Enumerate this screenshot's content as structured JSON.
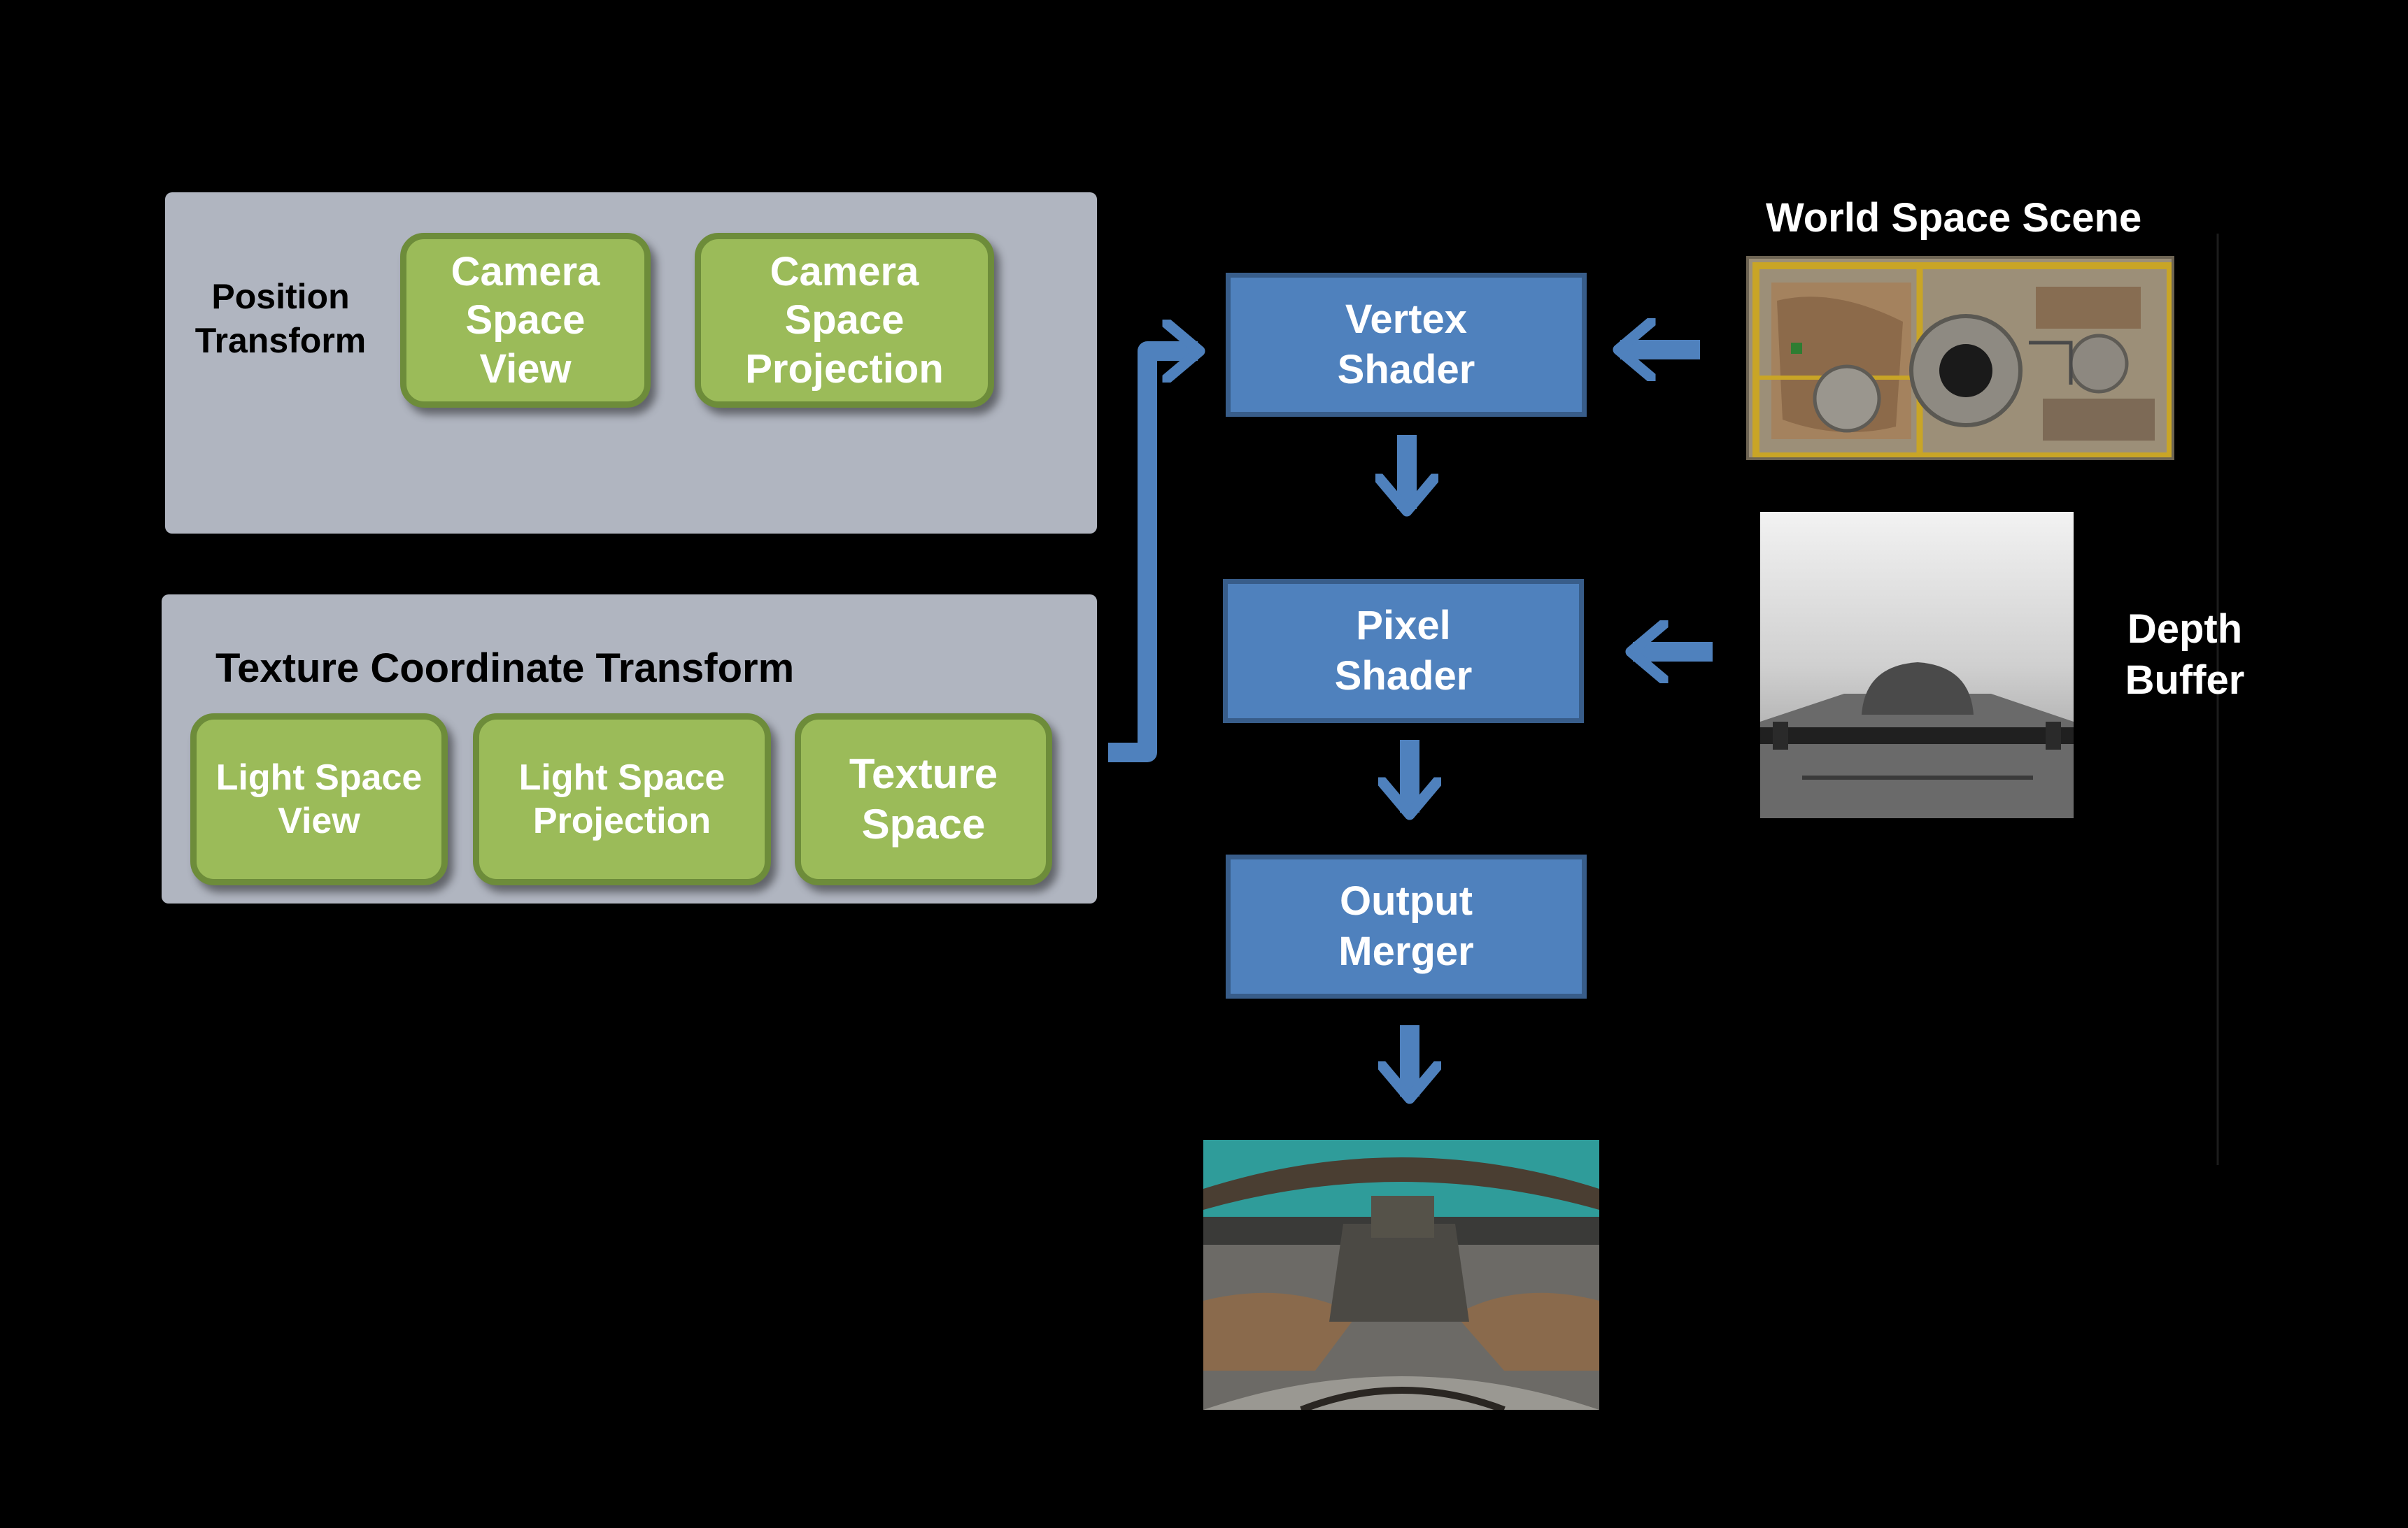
{
  "position_panel": {
    "label": "Position\nTransform",
    "boxes": [
      "Camera\nSpace\nView",
      "Camera\nSpace\nProjection"
    ]
  },
  "texture_panel": {
    "label": "Texture Coordinate Transform",
    "boxes": [
      "Light Space\nView",
      "Light Space\nProjection",
      "Texture\nSpace"
    ]
  },
  "pipeline": [
    "Vertex\nShader",
    "Pixel\nShader",
    "Output\nMerger"
  ],
  "inputs": {
    "world_scene": "World Space Scene",
    "depth_buffer": "Depth\nBuffer"
  },
  "colors": {
    "panel": "#b0b5c0",
    "green_box": "#9bbb59",
    "green_border": "#6d8c3a",
    "blue_box": "#4f81bd",
    "blue_border": "#385d8a",
    "background": "#000000"
  }
}
